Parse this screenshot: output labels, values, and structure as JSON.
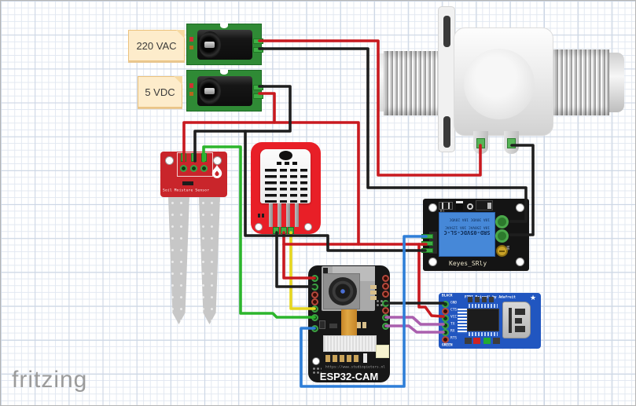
{
  "watermark": "fritzing",
  "notes": {
    "ac": "220 VAC",
    "dc": "5 VDC"
  },
  "soil_sensor": {
    "label": "Soil Moisture Sensor"
  },
  "esp32cam": {
    "url": "https://www.studiopieters.nl",
    "label": "ESP32-CAM"
  },
  "relay": {
    "name": "Keyes_SRly",
    "model": "SRD-05VDC-SL-C",
    "rating_ac": "10A 250VAC 10A 125VAC",
    "rating_dc": "10A 30VDC 10A 28VDC",
    "r1": "R1",
    "no_label": "NO"
  },
  "ftdi": {
    "title": "FTDI Friend! by Adafruit",
    "top_wire_label": "BLACK",
    "bottom_wire_label": "GREEN",
    "pins": [
      "GND",
      "CTS",
      "VCC",
      "TX",
      "RX",
      "RTS"
    ]
  },
  "wire_colors": {
    "power_red": "#c8191f",
    "ground_black": "#1e1e1e",
    "signal_green": "#2cb52c",
    "data_yellow": "#e6d61f",
    "relay_blue": "#2e7ed8",
    "serial_purple": "#aa5fae"
  }
}
